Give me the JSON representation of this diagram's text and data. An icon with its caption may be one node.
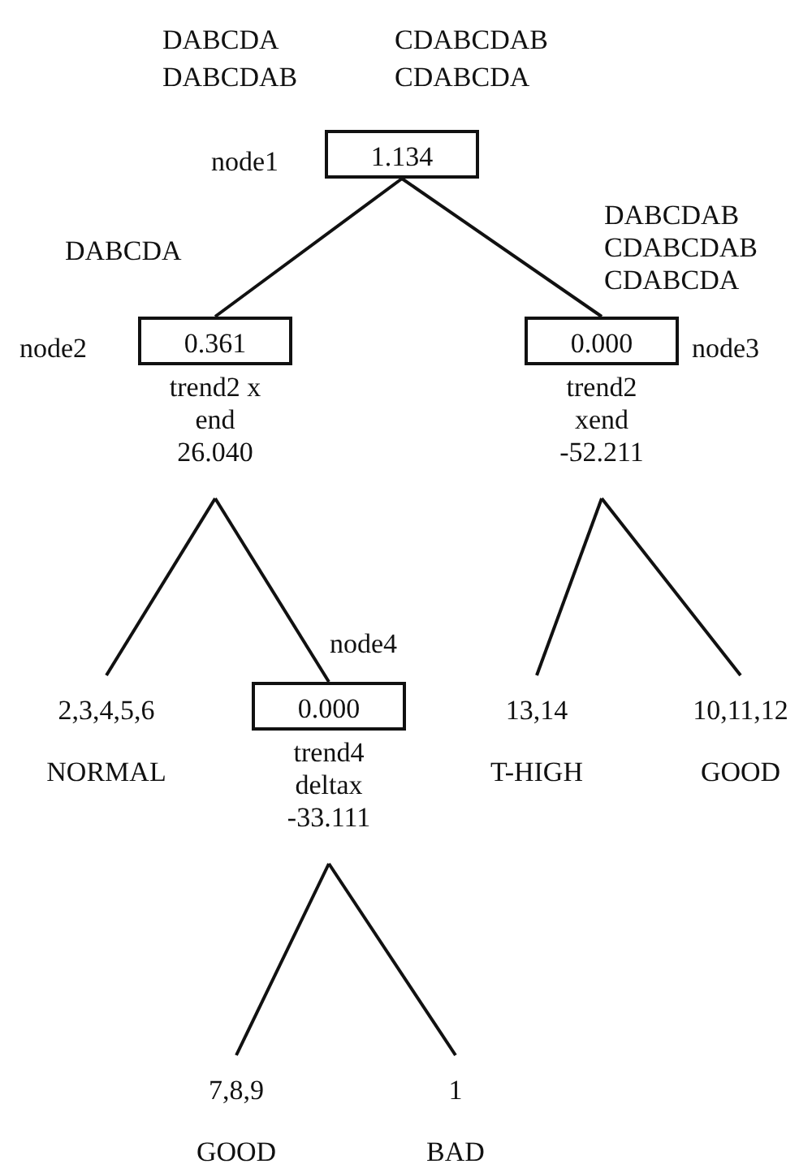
{
  "diagram": {
    "nodes": [
      {
        "text": [
          "1.134"
        ],
        "beside": [
          "node1",
          "DABCDA",
          "CDABCDAB",
          "DABCDAB",
          "CDABCDA"
        ]
      },
      {
        "text": [
          "0.361"
        ],
        "beside": [
          "node2",
          "DABCDA",
          "trend2 x end 26.040"
        ]
      },
      {
        "text": [
          "0.000"
        ],
        "beside": [
          "DABCDAB CDABCDAB CDABCDA",
          "node3",
          "trend2 xend -52.211"
        ]
      },
      {
        "text": [
          "2,3,4,5,6",
          "NORMAL"
        ]
      },
      {
        "text": [
          "0.000"
        ],
        "beside": [
          "node4",
          "trend4 deltax -33.111"
        ]
      },
      {
        "text": [
          "13,14",
          "T-HIGH"
        ]
      },
      {
        "text": [
          "10,11,12",
          "GOOD"
        ]
      },
      {
        "text": [
          "7,8,9",
          "GOOD"
        ]
      },
      {
        "text": [
          "1",
          "BAD"
        ]
      }
    ],
    "edges": [
      {
        "from": 0,
        "to": 1,
        "arrow": "none"
      },
      {
        "from": 0,
        "to": 2,
        "arrow": "none"
      },
      {
        "from": 1,
        "to": 3,
        "arrow": "none"
      },
      {
        "from": 1,
        "to": 4,
        "arrow": "none"
      },
      {
        "from": 2,
        "to": 5,
        "arrow": "none"
      },
      {
        "from": 2,
        "to": 6,
        "arrow": "none"
      },
      {
        "from": 4,
        "to": 7,
        "arrow": "none"
      },
      {
        "from": 4,
        "to": 8,
        "arrow": "none"
      }
    ]
  }
}
